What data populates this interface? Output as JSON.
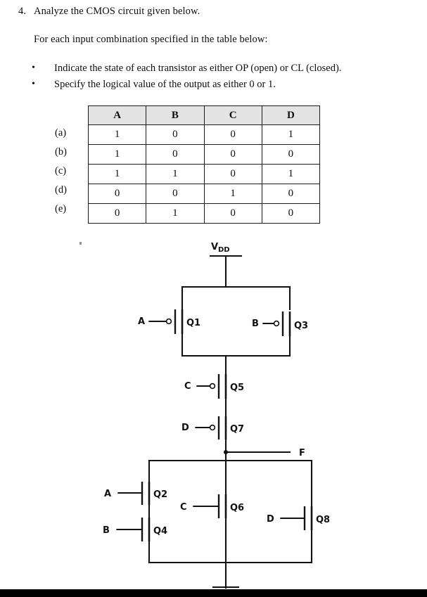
{
  "question": {
    "number": "4.",
    "title": "Analyze the CMOS circuit given below.",
    "intro": "For each input combination specified in the table below:",
    "bullet_marker": "•",
    "bullets": [
      "Indicate the state of each transistor as either OP (open) or CL (closed).",
      "Specify the logical value of the output as either 0 or 1."
    ]
  },
  "truth_table": {
    "row_labels": [
      "(a)",
      "(b)",
      "(c)",
      "(d)",
      "(e)"
    ],
    "headers": [
      "A",
      "B",
      "C",
      "D"
    ],
    "rows": [
      [
        "1",
        "0",
        "0",
        "1"
      ],
      [
        "1",
        "0",
        "0",
        "0"
      ],
      [
        "1",
        "1",
        "0",
        "1"
      ],
      [
        "0",
        "0",
        "1",
        "0"
      ],
      [
        "0",
        "1",
        "0",
        "0"
      ]
    ],
    "header_fill": "#e3e3e3",
    "border_color": "#1a1a1a"
  },
  "circuit": {
    "supply_label_main": "V",
    "supply_label_sub": "DD",
    "output_label": "F",
    "ground_symbol": "ground",
    "pmos_network": [
      {
        "id": "Q1",
        "label": "Q1",
        "input": "A",
        "type": "pmos"
      },
      {
        "id": "Q3",
        "label": "Q3",
        "input": "B",
        "type": "pmos"
      },
      {
        "id": "Q5",
        "label": "Q5",
        "input": "C",
        "type": "pmos"
      },
      {
        "id": "Q7",
        "label": "Q7",
        "input": "D",
        "type": "pmos"
      }
    ],
    "nmos_network": [
      {
        "id": "Q2",
        "label": "Q2",
        "input": "A",
        "type": "nmos"
      },
      {
        "id": "Q4",
        "label": "Q4",
        "input": "B",
        "type": "nmos"
      },
      {
        "id": "Q6",
        "label": "Q6",
        "input": "C",
        "type": "nmos"
      },
      {
        "id": "Q8",
        "label": "Q8",
        "input": "D",
        "type": "nmos"
      }
    ]
  }
}
